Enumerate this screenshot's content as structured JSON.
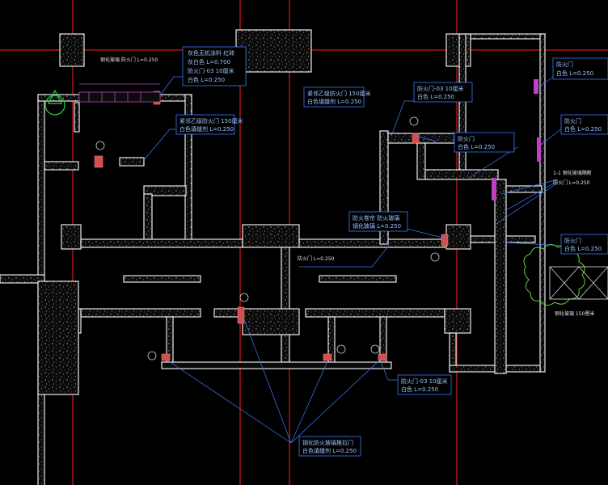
{
  "window": {
    "title": "CAD floor plan viewport"
  },
  "labels": {
    "top_center_a": "灰色无机涂料 红砖",
    "top_center_b": "灰白色 L=0.700",
    "top_center_c": "防火门-03 10厘米",
    "top_center_d": "白色 L=0.250",
    "left_mid_a": "紧邻乙级防火门 150厘米",
    "left_mid_b": "白色填缝剂 L=0.250",
    "center_top_a": "紧邻乙级防火门 150厘米",
    "center_top_b": "白色填缝剂 L=0.250",
    "center_right_a": "防火门-03 10厘米",
    "center_right_b": "白色 L=0.250",
    "mid_right_a": "防火门",
    "mid_right_b": "白色 L=0.250",
    "center_mid_a": "防火卷帘 防火玻璃",
    "center_mid_b": "钢化玻璃 L=0.250",
    "far_right_top_a": "防火门",
    "far_right_top_b": "白色 L=0.250",
    "far_right_2_a": "防火门",
    "far_right_2_b": "白色 L=0.250",
    "far_right_3_a": "防火门",
    "far_right_3_b": "白色 L=0.250",
    "bottom_right_a": "防火门-03 10厘米",
    "bottom_right_b": "白色 L=0.250",
    "bottom_center_a": "钢化防火玻璃推拉门",
    "bottom_center_b": "白色填缝剂 L=0.250",
    "small_white_1": "钢化玻璃 防火门 L=0.250",
    "small_white_2": "防火门 L=0.250",
    "small_white_3": "1-1 钢化玻璃隔断",
    "small_white_4": "防火门 L=0.250",
    "small_white_5": "钢化玻璃 150厘米",
    "north_marker": ""
  }
}
